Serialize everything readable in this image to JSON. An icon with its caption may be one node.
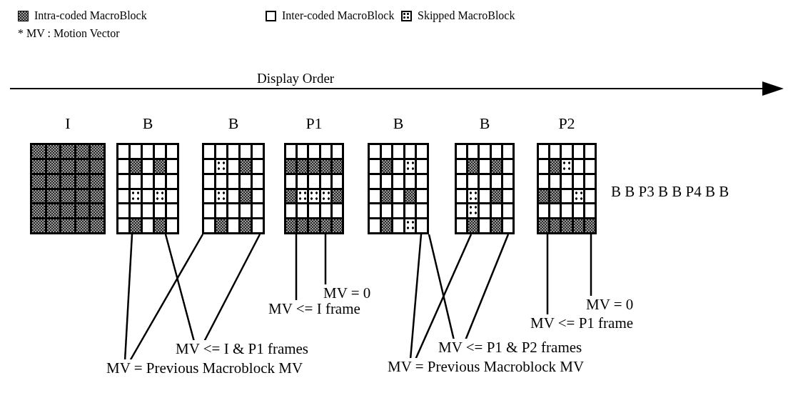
{
  "diagram": {
    "nodes": [
      {
        "text": [
          "I"
        ]
      },
      {
        "text": [
          "B"
        ]
      },
      {
        "text": [
          "B"
        ]
      },
      {
        "text": [
          "P1"
        ]
      },
      {
        "text": [
          "B"
        ]
      },
      {
        "text": [
          "B"
        ]
      },
      {
        "text": [
          "P2"
        ]
      },
      {
        "text": [
          "MV = 0"
        ]
      },
      {
        "text": [
          "MV <= I frame"
        ]
      },
      {
        "text": [
          "MV = 0"
        ]
      },
      {
        "text": [
          "MV <= P1 frame"
        ]
      },
      {
        "text": [
          "MV <= I & P1 frames"
        ]
      },
      {
        "text": [
          "MV <= P1 & P2 frames"
        ]
      },
      {
        "text": [
          "MV = Previous Macroblock MV"
        ]
      },
      {
        "text": [
          "MV = Previous Macroblock MV"
        ]
      }
    ],
    "edges": [
      {
        "from": 13,
        "to": 1,
        "arrow": "none"
      },
      {
        "from": 13,
        "to": 2,
        "arrow": "none"
      },
      {
        "from": 11,
        "to": 1,
        "arrow": "none"
      },
      {
        "from": 11,
        "to": 2,
        "arrow": "none"
      },
      {
        "from": 8,
        "to": 3,
        "arrow": "none"
      },
      {
        "from": 7,
        "to": 3,
        "arrow": "none"
      },
      {
        "from": 14,
        "to": 4,
        "arrow": "none"
      },
      {
        "from": 14,
        "to": 5,
        "arrow": "none"
      },
      {
        "from": 12,
        "to": 4,
        "arrow": "none"
      },
      {
        "from": 12,
        "to": 5,
        "arrow": "none"
      },
      {
        "from": 10,
        "to": 6,
        "arrow": "none"
      },
      {
        "from": 9,
        "to": 6,
        "arrow": "none"
      }
    ],
    "labels": [
      "* MV : Motion Vector",
      "Display Order",
      "B B P3 B B P4 B B"
    ],
    "legend": [
      {
        "text": "Intra-coded MacroBlock"
      },
      {
        "text": "Inter-coded MacroBlock",
        "color": "#ffffff"
      },
      {
        "text": "Skipped MacroBlock"
      }
    ]
  }
}
